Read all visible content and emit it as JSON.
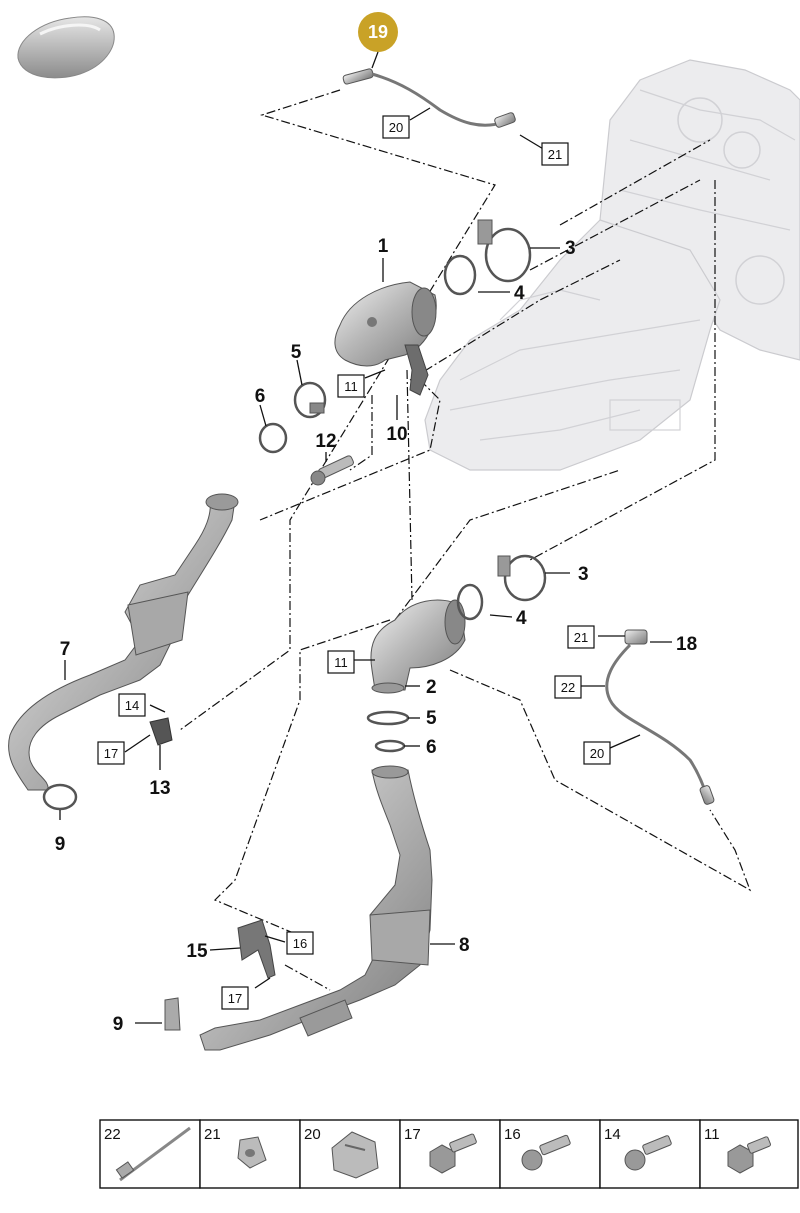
{
  "badge": {
    "label": "19",
    "color": "#c9a227"
  },
  "callouts": {
    "n1": "1",
    "n2": "2",
    "n3a": "3",
    "n3b": "3",
    "n4a": "4",
    "n4b": "4",
    "n5a": "5",
    "n5b": "5",
    "n6a": "6",
    "n6b": "6",
    "n7": "7",
    "n8": "8",
    "n9a": "9",
    "n9b": "9",
    "n10": "10",
    "n12": "12",
    "n13": "13",
    "n15": "15",
    "n18": "18"
  },
  "boxed_callouts": {
    "b20a": "20",
    "b21a": "21",
    "b11a": "11",
    "b11b": "11",
    "b14": "14",
    "b17a": "17",
    "b16": "16",
    "b17b": "17",
    "b21b": "21",
    "b22": "22",
    "b20b": "20"
  },
  "parts_table": {
    "cells": [
      "22",
      "21",
      "20",
      "17",
      "16",
      "14",
      "11"
    ]
  },
  "icons": [
    "car-silhouette-icon",
    "engine-transmission-illustration"
  ]
}
